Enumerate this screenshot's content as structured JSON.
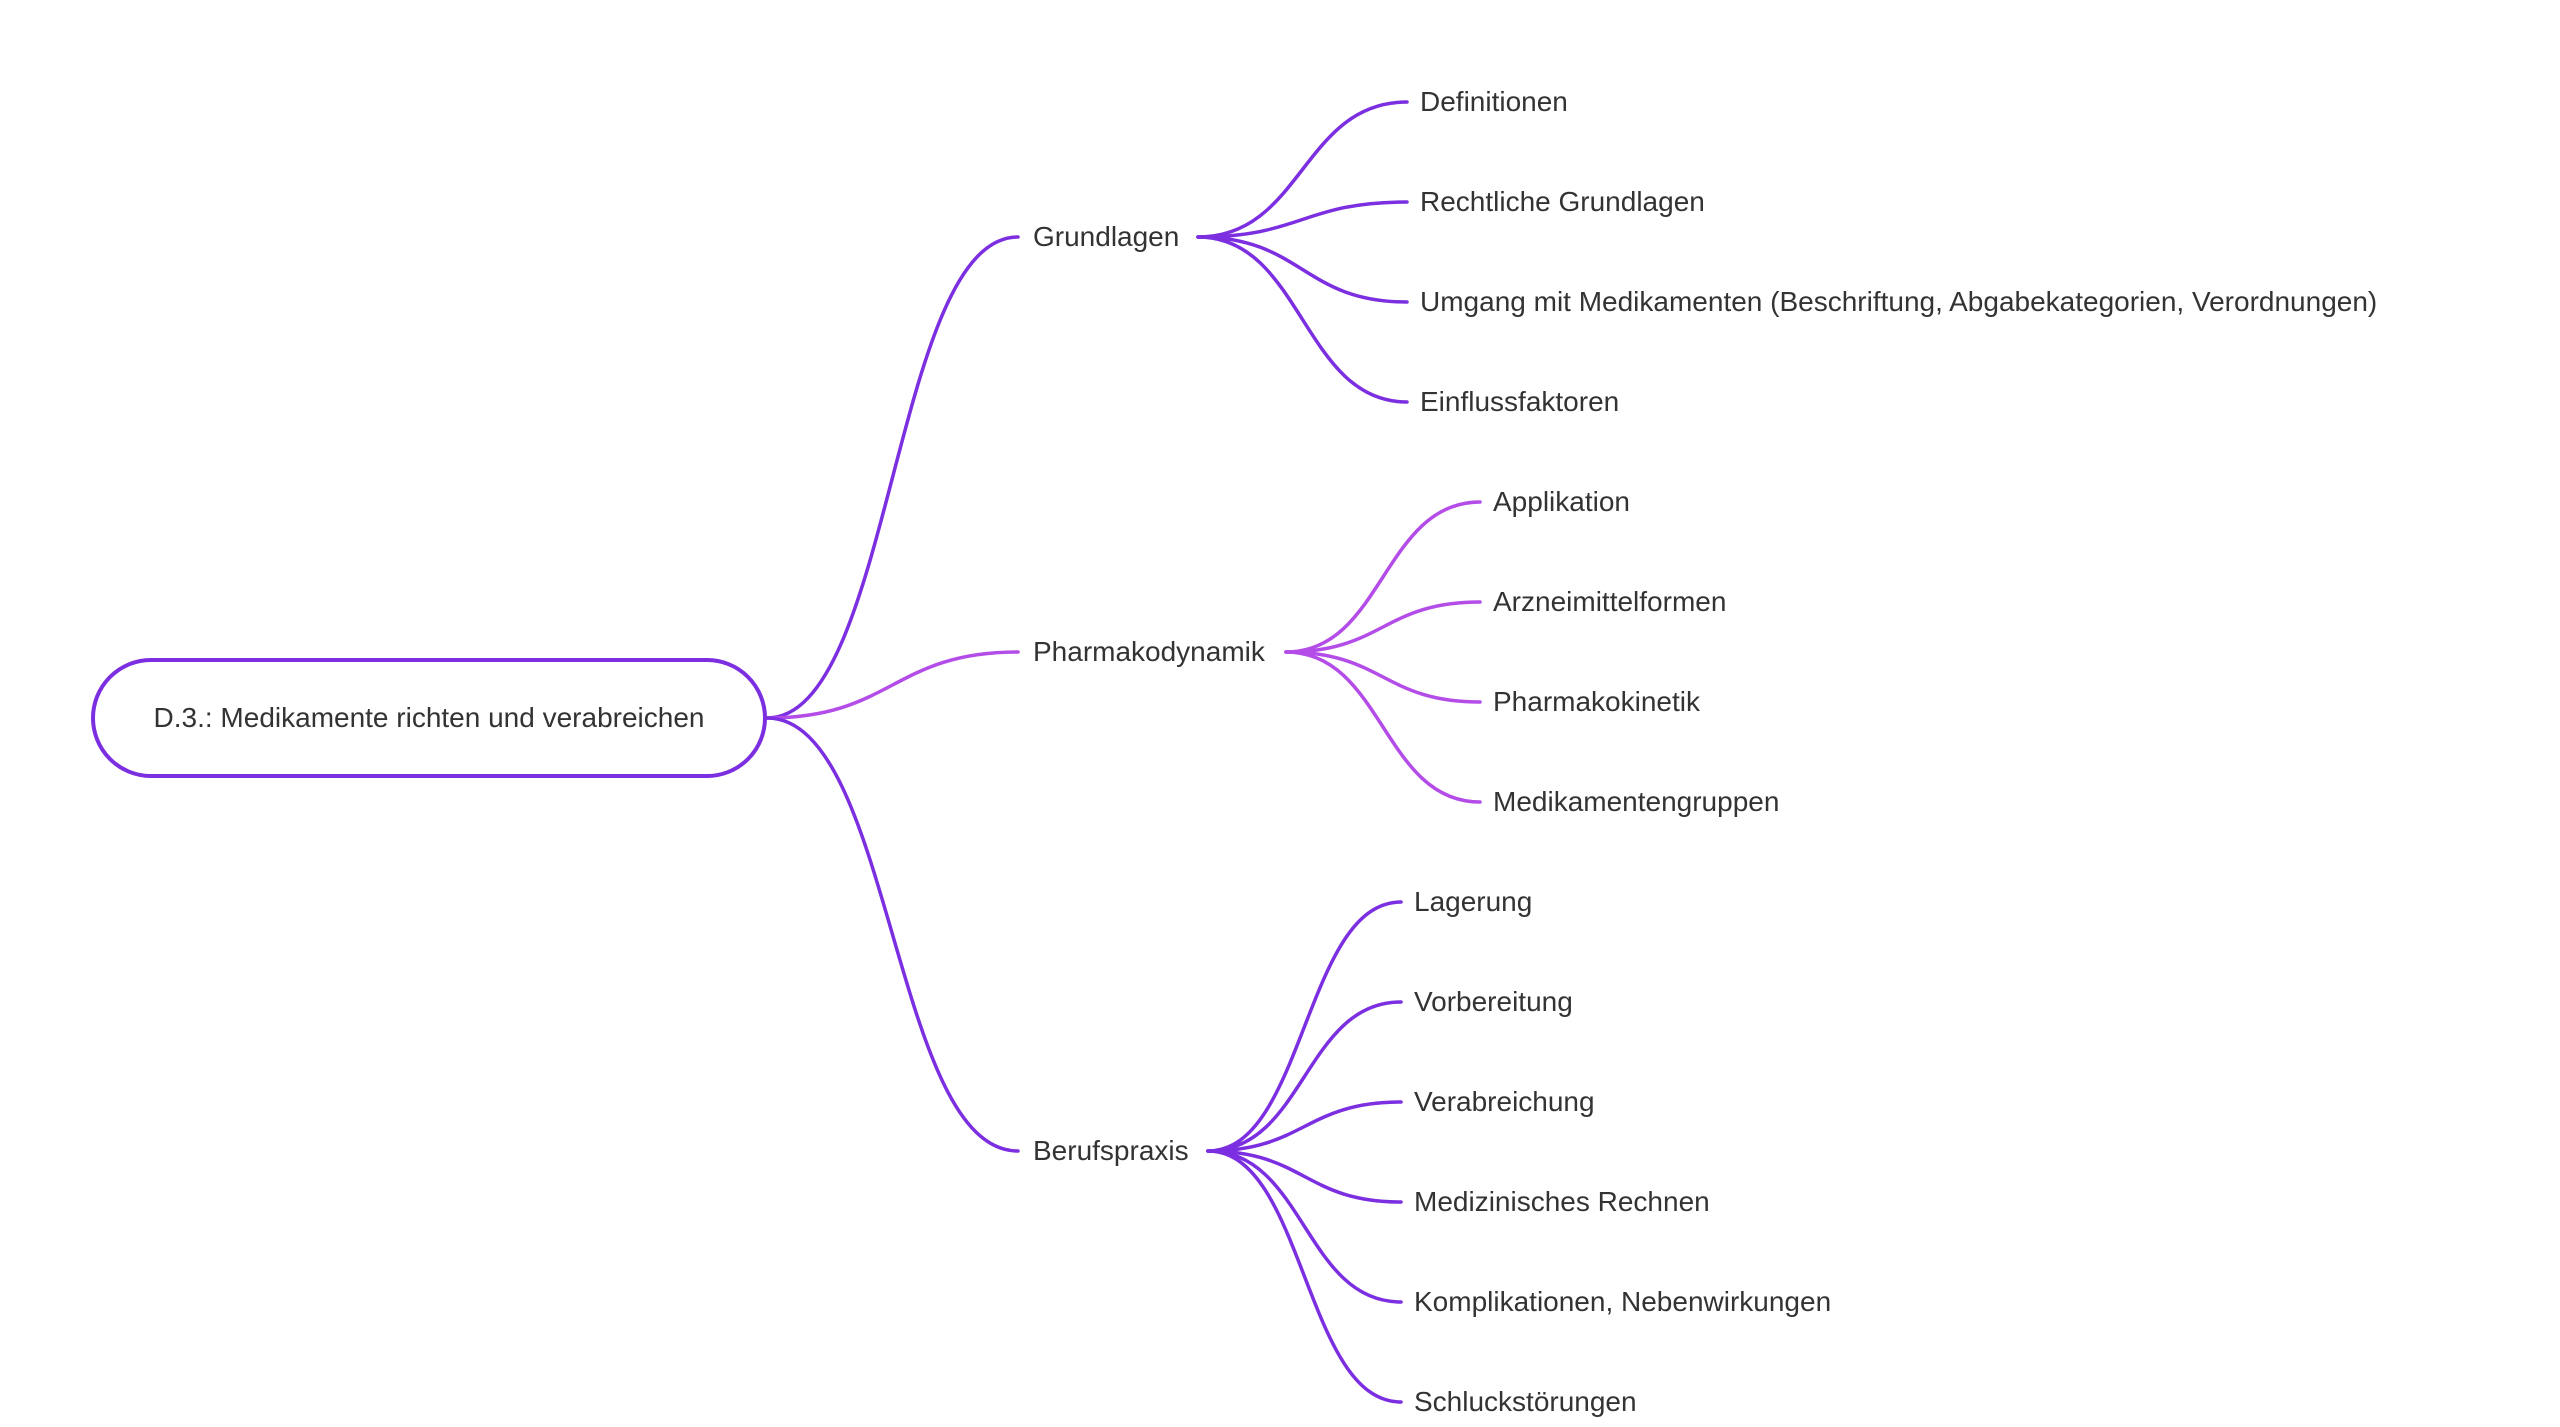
{
  "colors": {
    "primary": "#7b2fe0",
    "secondary": "#b44ce8",
    "text": "#333333",
    "background": "#ffffff"
  },
  "root": {
    "label": "D.3.: Medikamente richten und verabreichen"
  },
  "branches": [
    {
      "label": "Grundlagen",
      "color": "#7b2fe0",
      "children": [
        "Definitionen",
        "Rechtliche Grundlagen",
        "Umgang mit Medikamenten (Beschriftung, Abgabekategorien, Verordnungen)",
        "Einflussfaktoren"
      ]
    },
    {
      "label": "Pharmakodynamik",
      "color": "#b44ce8",
      "children": [
        "Applikation",
        "Arzneimittelformen",
        "Pharmakokinetik",
        "Medikamentengruppen"
      ]
    },
    {
      "label": "Berufspraxis",
      "color": "#7b2fe0",
      "children": [
        "Lagerung",
        "Vorbereitung",
        "Verabreichung",
        "Medizinisches Rechnen",
        "Komplikationen, Nebenwirkungen",
        "Schluckstörungen"
      ]
    }
  ]
}
